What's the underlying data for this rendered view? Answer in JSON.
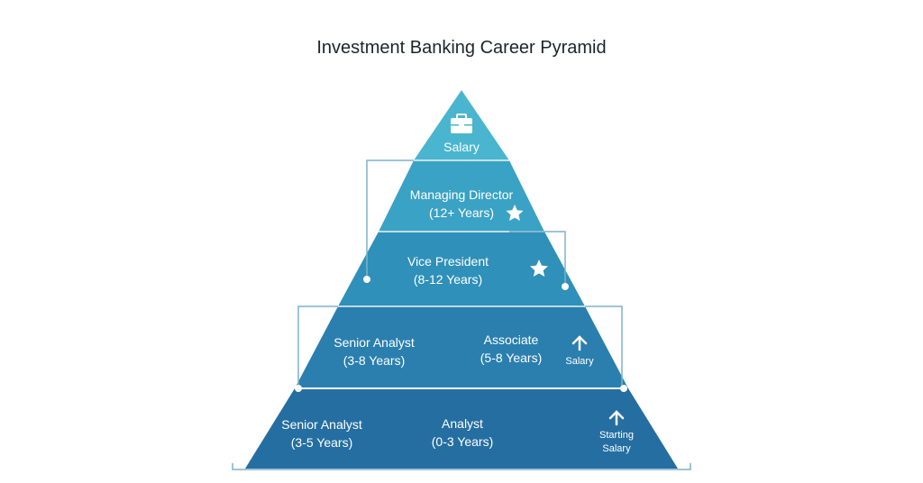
{
  "title": "Investment Banking Career Pyramid",
  "colors": {
    "tier1": "#4ab5cf",
    "tier2": "#3aa2c4",
    "tier3": "#2f90b9",
    "tier4": "#2a7fae",
    "tier5": "#256ea1",
    "outline": "#7fb2c9"
  },
  "tiers": {
    "top": {
      "label": "Salary",
      "icon": "briefcase-icon"
    },
    "managing_director": {
      "title": "Managing Director",
      "years": "(12+ Years)",
      "icon": "star-icon"
    },
    "vice_president": {
      "title": "Vice President",
      "years": "(8-12 Years)",
      "icon": "star-icon"
    },
    "tier4": {
      "left": {
        "title": "Senior Analyst",
        "years": "(3-8 Years)"
      },
      "right": {
        "title": "Associate",
        "years": "(5-8 Years)"
      },
      "indicator": {
        "icon": "up-arrow-icon",
        "label": "Salary"
      }
    },
    "tier5": {
      "left": {
        "title": "Senior Analyst",
        "years": "(3-5 Years)"
      },
      "right": {
        "title": "Analyst",
        "years": "(0-3 Years)"
      },
      "indicator": {
        "icon": "up-arrow-icon",
        "line1": "Starting",
        "line2": "Salary"
      }
    }
  }
}
